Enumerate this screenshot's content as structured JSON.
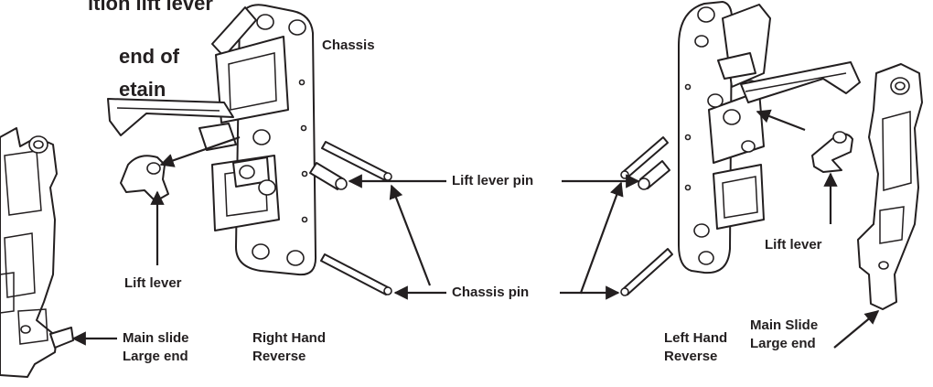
{
  "heading": {
    "line1": "ition lift lever",
    "line2": "end of\netain"
  },
  "labels": {
    "chassis": "Chassis",
    "lift_lever_pin": "Lift lever pin",
    "chassis_pin": "Chassis pin",
    "lift_lever_right": "Lift lever",
    "lift_lever_left": "Lift lever",
    "main_slide_right": "Main slide\nLarge end",
    "main_slide_left": "Main Slide\nLarge end",
    "right_hand_reverse": "Right Hand\nReverse",
    "left_hand_reverse": "Left Hand\nReverse"
  },
  "colors": {
    "ink": "#231f20",
    "paper": "#ffffff"
  }
}
